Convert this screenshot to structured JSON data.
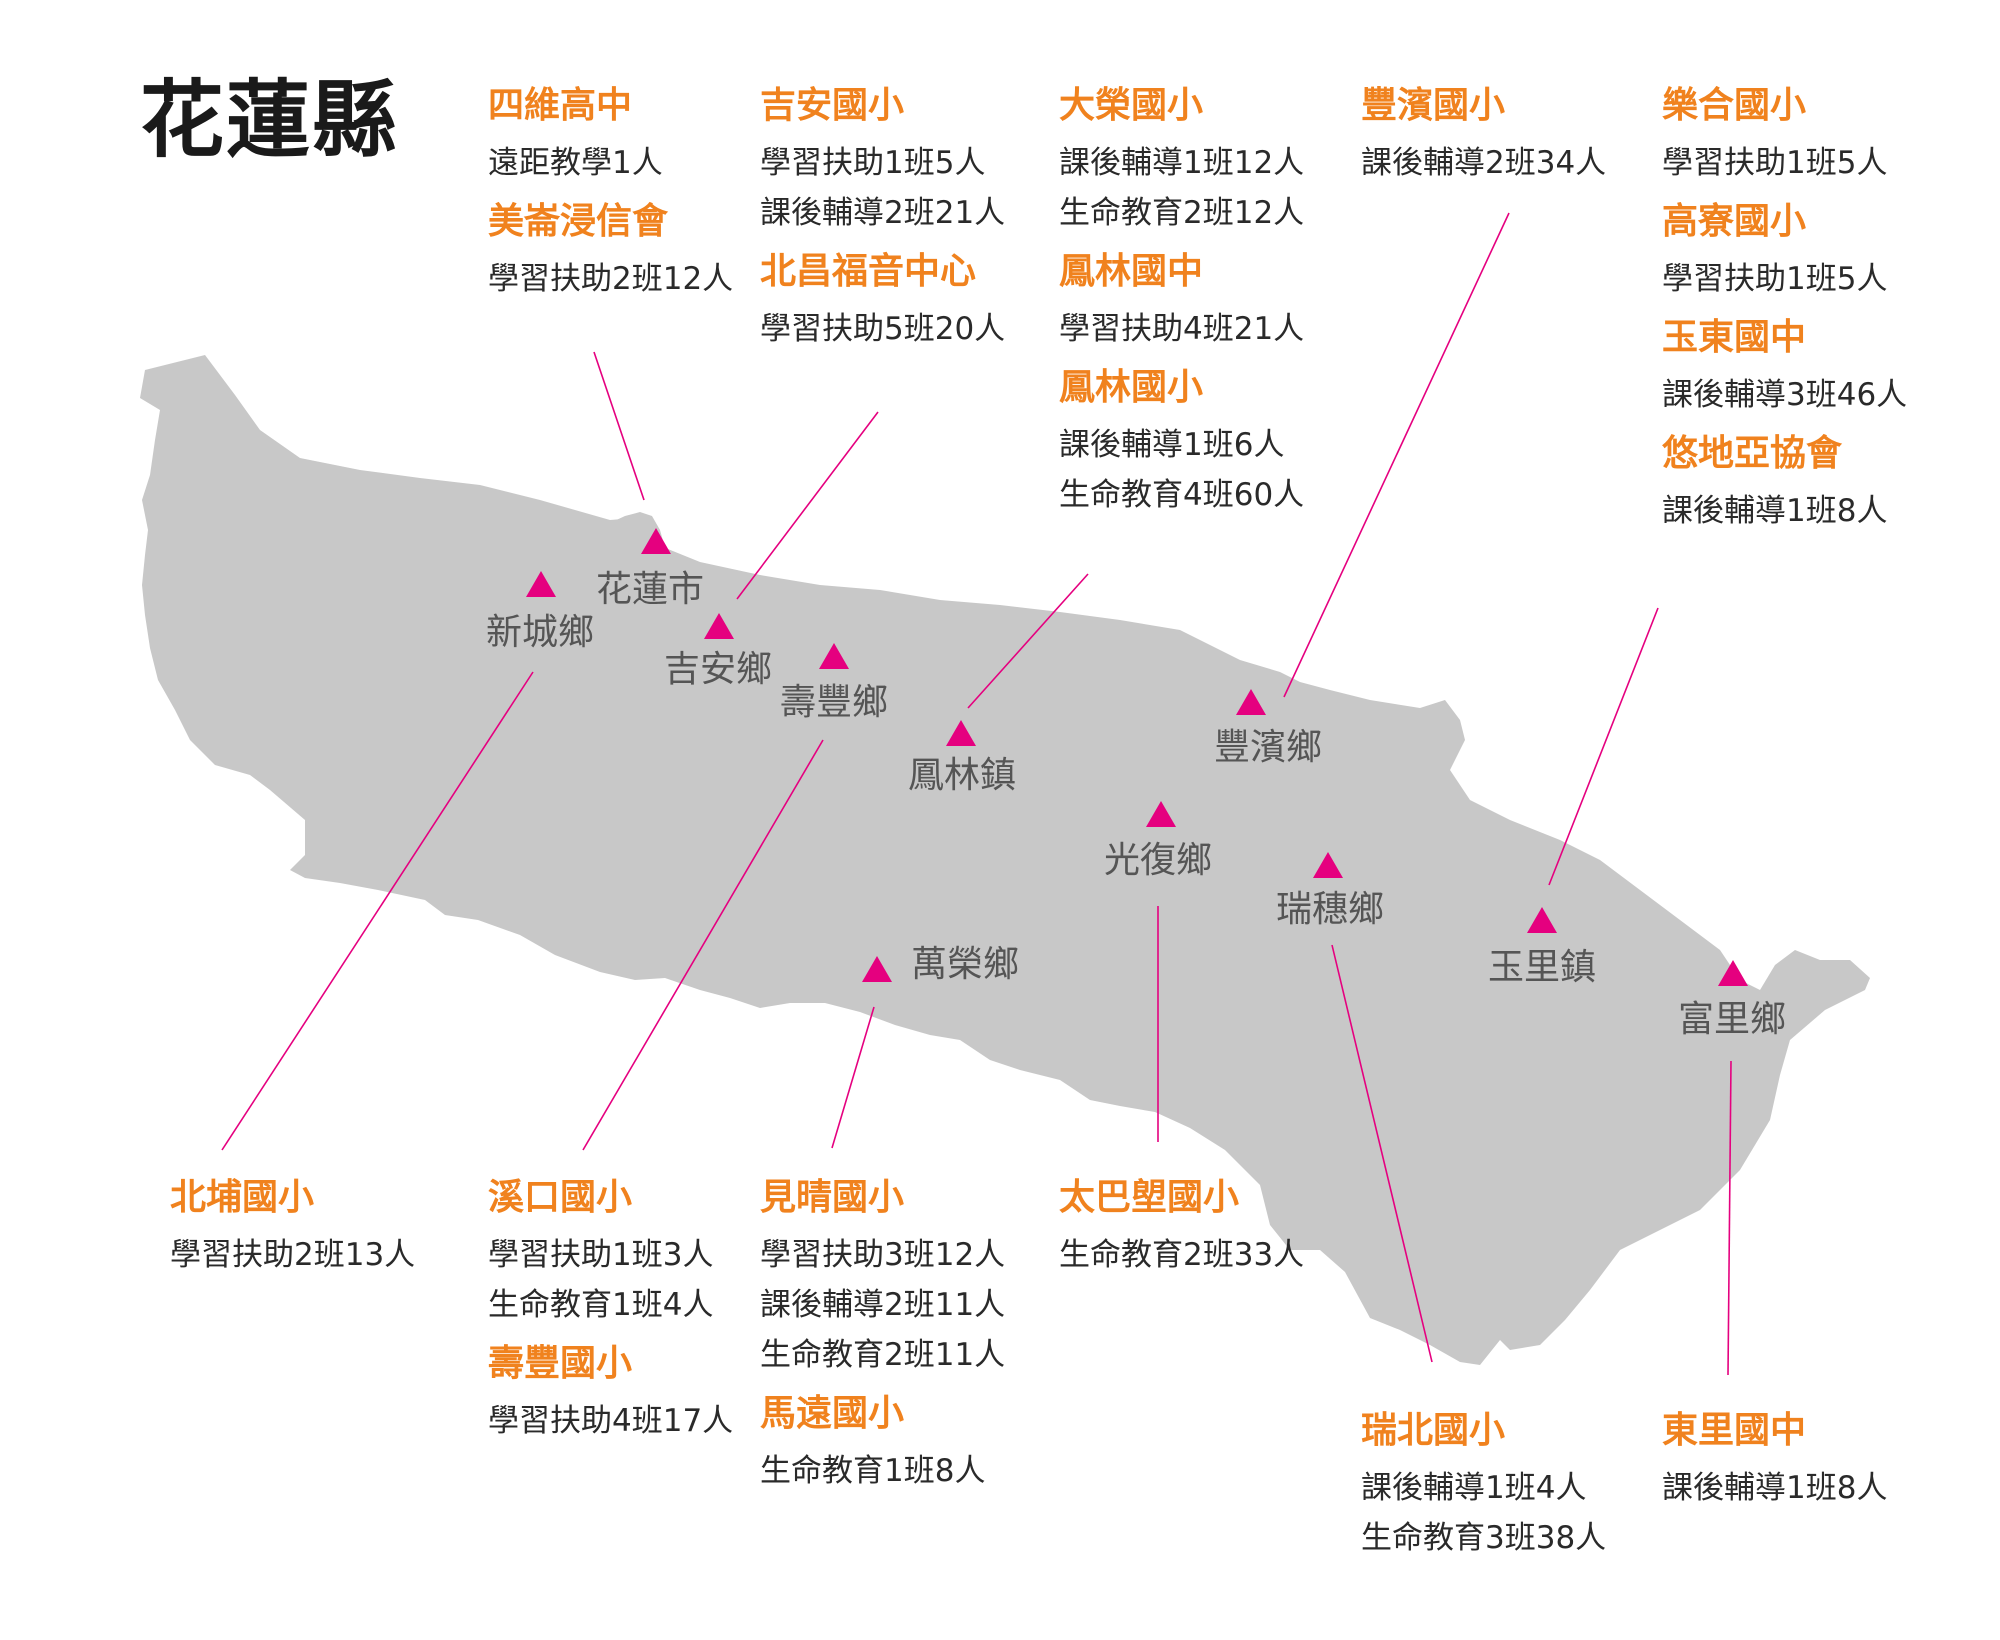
{
  "title": "花蓮縣",
  "colors": {
    "land": "#c8c8c8",
    "marker": "#e5007f",
    "leader": "#e5007f",
    "org": "#f0821e",
    "text": "#2a2a2a",
    "town": "#555555"
  },
  "icons": {
    "marker": "triangle-marker-icon"
  },
  "towns": [
    {
      "name": "花蓮市"
    },
    {
      "name": "新城鄉"
    },
    {
      "name": "吉安鄉"
    },
    {
      "name": "壽豐鄉"
    },
    {
      "name": "鳳林鎮"
    },
    {
      "name": "豐濱鄉"
    },
    {
      "name": "光復鄉"
    },
    {
      "name": "瑞穗鄉"
    },
    {
      "name": "萬榮鄉"
    },
    {
      "name": "玉里鎮"
    },
    {
      "name": "富里鄉"
    }
  ],
  "groups": [
    {
      "entries": [
        {
          "org": "四維高中",
          "programs": [
            "遠距教學1人"
          ]
        },
        {
          "org": "美崙浸信會",
          "programs": [
            "學習扶助2班12人"
          ]
        }
      ]
    },
    {
      "entries": [
        {
          "org": "吉安國小",
          "programs": [
            "學習扶助1班5人",
            "課後輔導2班21人"
          ]
        },
        {
          "org": "北昌福音中心",
          "programs": [
            "學習扶助5班20人"
          ]
        }
      ]
    },
    {
      "entries": [
        {
          "org": "大榮國小",
          "programs": [
            "課後輔導1班12人",
            "生命教育2班12人"
          ]
        },
        {
          "org": "鳳林國中",
          "programs": [
            "學習扶助4班21人"
          ]
        },
        {
          "org": "鳳林國小",
          "programs": [
            "課後輔導1班6人",
            "生命教育4班60人"
          ]
        }
      ]
    },
    {
      "entries": [
        {
          "org": "豐濱國小",
          "programs": [
            "課後輔導2班34人"
          ]
        }
      ]
    },
    {
      "entries": [
        {
          "org": "樂合國小",
          "programs": [
            "學習扶助1班5人"
          ]
        },
        {
          "org": "高寮國小",
          "programs": [
            "學習扶助1班5人"
          ]
        },
        {
          "org": "玉東國中",
          "programs": [
            "課後輔導3班46人"
          ]
        },
        {
          "org": "悠地亞協會",
          "programs": [
            "課後輔導1班8人"
          ]
        }
      ]
    },
    {
      "entries": [
        {
          "org": "北埔國小",
          "programs": [
            "學習扶助2班13人"
          ]
        }
      ]
    },
    {
      "entries": [
        {
          "org": "溪口國小",
          "programs": [
            "學習扶助1班3人",
            "生命教育1班4人"
          ]
        },
        {
          "org": "壽豐國小",
          "programs": [
            "學習扶助4班17人"
          ]
        }
      ]
    },
    {
      "entries": [
        {
          "org": "見晴國小",
          "programs": [
            "學習扶助3班12人",
            "課後輔導2班11人",
            "生命教育2班11人"
          ]
        },
        {
          "org": "馬遠國小",
          "programs": [
            "生命教育1班8人"
          ]
        }
      ]
    },
    {
      "entries": [
        {
          "org": "太巴塱國小",
          "programs": [
            "生命教育2班33人"
          ]
        }
      ]
    },
    {
      "entries": [
        {
          "org": "瑞北國小",
          "programs": [
            "課後輔導1班4人",
            "生命教育3班38人"
          ]
        }
      ]
    },
    {
      "entries": [
        {
          "org": "東里國中",
          "programs": [
            "課後輔導1班8人"
          ]
        }
      ]
    }
  ]
}
